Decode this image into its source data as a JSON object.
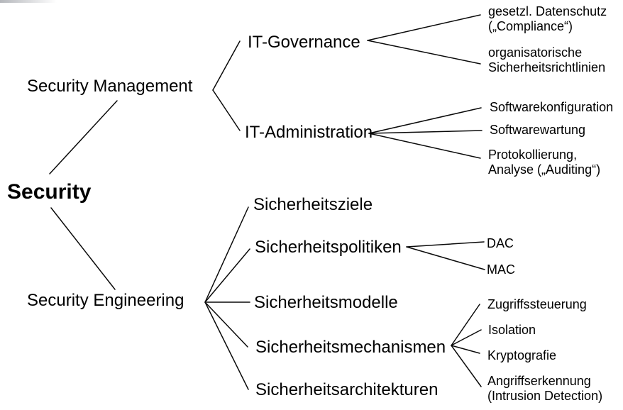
{
  "colors": {
    "background": "#ffffff",
    "text": "#000000",
    "line": "#0a0a0a"
  },
  "diagram_type": "tree",
  "tree": {
    "lines": [
      "Security"
    ],
    "children": [
      {
        "lines": [
          "Security Management"
        ],
        "children": [
          {
            "lines": [
              "IT-Governance"
            ],
            "children": [
              {
                "lines": [
                  "gesetzl. Datenschutz",
                  "(„Compliance“)"
                ]
              },
              {
                "lines": [
                  "organisatorische",
                  "Sicherheitsrichtlinien"
                ]
              }
            ]
          },
          {
            "lines": [
              "IT-Administration"
            ],
            "children": [
              {
                "lines": [
                  "Softwarekonfiguration"
                ]
              },
              {
                "lines": [
                  "Softwarewartung"
                ]
              },
              {
                "lines": [
                  "Protokollierung,",
                  "Analyse („Auditing“)"
                ]
              }
            ]
          }
        ]
      },
      {
        "lines": [
          "Security Engineering"
        ],
        "children": [
          {
            "lines": [
              "Sicherheitsziele"
            ]
          },
          {
            "lines": [
              "Sicherheitspolitiken"
            ],
            "children": [
              {
                "lines": [
                  "DAC"
                ]
              },
              {
                "lines": [
                  "MAC"
                ]
              }
            ]
          },
          {
            "lines": [
              "Sicherheitsmodelle"
            ]
          },
          {
            "lines": [
              "Sicherheitsmechanismen"
            ],
            "children": [
              {
                "lines": [
                  "Zugriffssteuerung"
                ]
              },
              {
                "lines": [
                  "Isolation"
                ]
              },
              {
                "lines": [
                  "Kryptografie"
                ]
              },
              {
                "lines": [
                  "Angriffserkennung",
                  "(Intrusion Detection)"
                ]
              }
            ]
          },
          {
            "lines": [
              "Sicherheitsarchitekturen"
            ]
          }
        ]
      }
    ]
  }
}
